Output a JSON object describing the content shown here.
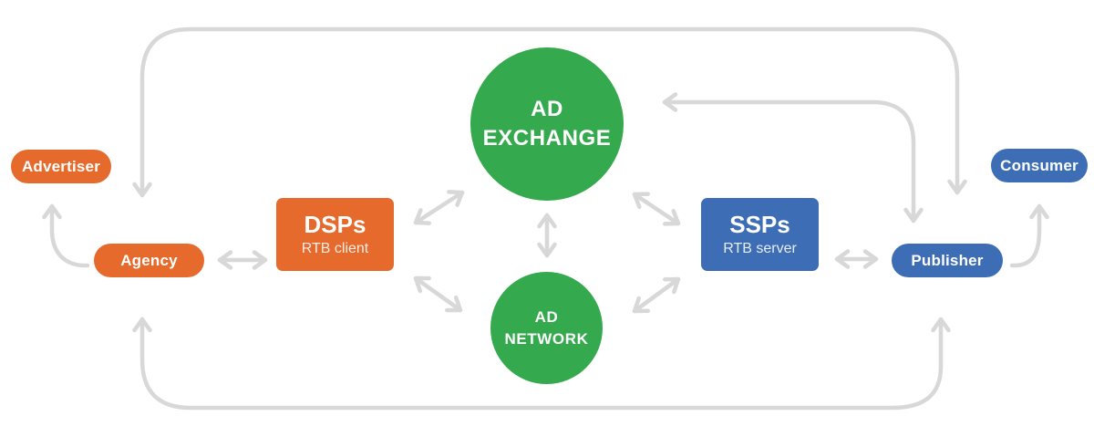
{
  "diagram": {
    "description": "Programmatic advertising / RTB ecosystem flow diagram",
    "nodes": {
      "advertiser": {
        "label": "Advertiser",
        "color": "#e66a2c",
        "shape": "pill"
      },
      "agency": {
        "label": "Agency",
        "color": "#e66a2c",
        "shape": "pill"
      },
      "dsps": {
        "title": "DSPs",
        "subtitle": "RTB client",
        "color": "#e66a2c",
        "shape": "rect"
      },
      "ad_exchange": {
        "label_line1": "AD",
        "label_line2": "EXCHANGE",
        "color": "#35a94e",
        "shape": "circle"
      },
      "ad_network": {
        "label_line1": "AD",
        "label_line2": "NETWORK",
        "color": "#35a94e",
        "shape": "circle"
      },
      "ssps": {
        "title": "SSPs",
        "subtitle": "RTB server",
        "color": "#3d6db5",
        "shape": "rect"
      },
      "publisher": {
        "label": "Publisher",
        "color": "#3d6db5",
        "shape": "pill"
      },
      "consumer": {
        "label": "Consumer",
        "color": "#3d6db5",
        "shape": "pill"
      }
    },
    "edges": [
      {
        "id": "agency-dsps",
        "between": [
          "Agency",
          "DSPs"
        ],
        "arrows": "both"
      },
      {
        "id": "dsps-ad-exchange",
        "between": [
          "DSPs",
          "Ad Exchange"
        ],
        "arrows": "both"
      },
      {
        "id": "dsps-ad-network",
        "between": [
          "DSPs",
          "Ad Network"
        ],
        "arrows": "both"
      },
      {
        "id": "ad-exchange-ad-network",
        "between": [
          "Ad Exchange",
          "Ad Network"
        ],
        "arrows": "both"
      },
      {
        "id": "ad-exchange-ssps",
        "between": [
          "Ad Exchange",
          "SSPs"
        ],
        "arrows": "both"
      },
      {
        "id": "ad-network-ssps",
        "between": [
          "Ad Network",
          "SSPs"
        ],
        "arrows": "both"
      },
      {
        "id": "ssps-publisher",
        "between": [
          "SSPs",
          "Publisher"
        ],
        "arrows": "both"
      },
      {
        "id": "agency-advertiser",
        "between": [
          "Agency",
          "Advertiser"
        ],
        "arrows": "to Advertiser"
      },
      {
        "id": "publisher-consumer",
        "between": [
          "Publisher",
          "Consumer"
        ],
        "arrows": "to Consumer"
      },
      {
        "id": "top-route",
        "between": [
          "Agency",
          "Publisher"
        ],
        "arrows": "both"
      },
      {
        "id": "ad-exchange-publisher",
        "between": [
          "Ad Exchange",
          "Publisher"
        ],
        "arrows": "both"
      },
      {
        "id": "bottom-route",
        "between": [
          "Agency",
          "Publisher"
        ],
        "arrows": "both"
      }
    ],
    "colors": {
      "orange": "#e66a2c",
      "blue": "#3d6db5",
      "green": "#35a94e",
      "arrow": "#d8d8d8",
      "background": "#ffffff",
      "text_on_fill": "#ffffff"
    }
  }
}
